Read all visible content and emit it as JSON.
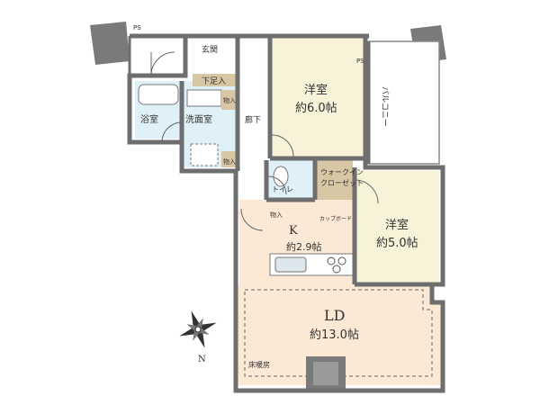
{
  "colors": {
    "wall": "#6e6e6e",
    "pillar": "#7a7a7a",
    "western_room": "#f8f2d8",
    "ldk": "#fbe9d6",
    "wet_area": "#dff0f8",
    "storage": "#d8c7a4",
    "balcony": "#ffffff",
    "line": "#555555"
  },
  "rooms": {
    "entrance": "玄関",
    "shoe_storage": "下足入",
    "storage_a": "物入",
    "storage_b": "物入",
    "storage_c": "物入",
    "bath": "浴室",
    "washroom": "洗面室",
    "hallway": "廊下",
    "western_1_name": "洋室",
    "western_1_size": "約6.0帖",
    "balcony": "バルコニー",
    "toilet": "トイレ",
    "wic_line1": "ウォークイン",
    "wic_line2": "クローゼット",
    "cupboard": "カップボード",
    "western_2_name": "洋室",
    "western_2_size": "約5.0帖",
    "kitchen_name": "K",
    "kitchen_size": "約2.9帖",
    "ld_name": "LD",
    "ld_size": "約13.0帖",
    "floor_heating": "床暖房",
    "ps_left": "PS",
    "ps_right": "PS"
  },
  "compass": {
    "north_label": "N"
  }
}
